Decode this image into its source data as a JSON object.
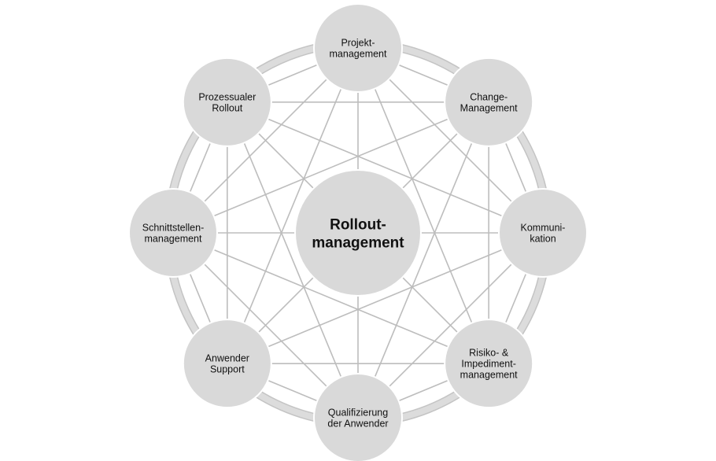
{
  "center": {
    "lines": [
      "Rollout-",
      "management"
    ]
  },
  "nodes": [
    {
      "lines": [
        "Projekt-",
        "management"
      ]
    },
    {
      "lines": [
        "Change-",
        "Management"
      ]
    },
    {
      "lines": [
        "Kommuni-",
        "kation"
      ]
    },
    {
      "lines": [
        "Risiko- &",
        "Impediment-",
        "management"
      ]
    },
    {
      "lines": [
        "Qualifizierung",
        "der Anwender"
      ]
    },
    {
      "lines": [
        "Anwender",
        "Support"
      ]
    },
    {
      "lines": [
        "Schnittstellen-",
        "management"
      ]
    },
    {
      "lines": [
        "Prozessualer",
        "Rollout"
      ]
    }
  ],
  "colors": {
    "node_fill": "#d9d9d9",
    "line": "#bdbdbd",
    "ring": "#dcdcdc",
    "ring_edge": "#c4c4c4"
  }
}
